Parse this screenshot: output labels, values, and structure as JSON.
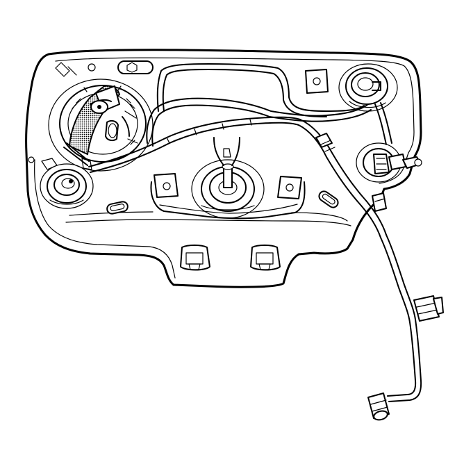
{
  "diagram": {
    "components": [
      {
        "id": "fuel-tank",
        "icon": "fuel-tank-outline"
      },
      {
        "id": "fuel-pump-module",
        "icon": "fuel-pump-icon"
      },
      {
        "id": "fuel-sender-left",
        "icon": "sender-icon"
      },
      {
        "id": "fuel-sender-center",
        "icon": "sender-icon"
      },
      {
        "id": "fuel-sender-right",
        "icon": "sender-icon"
      },
      {
        "id": "vent-valve",
        "icon": "valve-icon"
      },
      {
        "id": "fuel-feed-pipe",
        "icon": "pipe-icon"
      },
      {
        "id": "fuel-line-connector",
        "icon": "connector-icon"
      }
    ],
    "colors": {
      "line": "#000000",
      "background": "#ffffff",
      "hatch": "#000000"
    }
  }
}
